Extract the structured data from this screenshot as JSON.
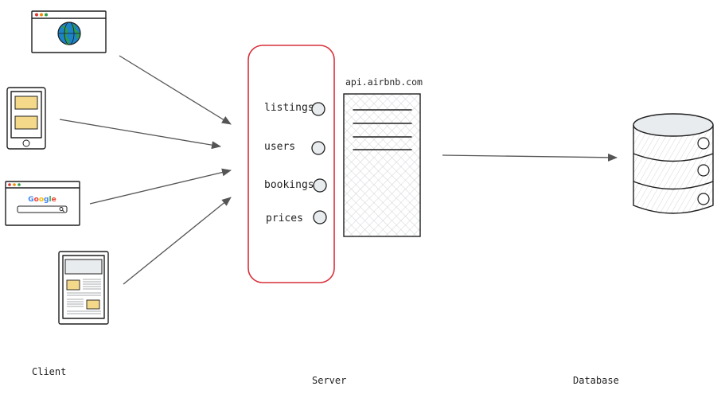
{
  "sections": {
    "client": "Client",
    "server": "Server",
    "database": "Database"
  },
  "server": {
    "endpoints": [
      "listings",
      "users",
      "bookings",
      "prices"
    ],
    "host": "api.airbnb.com",
    "border_color": "#d9303a"
  },
  "clients": [
    {
      "kind": "web-browser",
      "icon": "globe-icon"
    },
    {
      "kind": "mobile-phone",
      "icon": "phone-icon"
    },
    {
      "kind": "search-engine",
      "icon": "google-icon",
      "brand_text": "Google"
    },
    {
      "kind": "tablet",
      "icon": "tablet-icon"
    }
  ],
  "colors": {
    "stroke": "#1e1e1e",
    "arrow": "#555555",
    "note_fill": "#f5d98a",
    "globe_blue": "#1c83c7",
    "globe_green": "#2f9e44",
    "window_dot_red": "#e03131",
    "window_dot_yellow": "#f08c00",
    "window_dot_green": "#2f9e44",
    "database_fill": "#e9ecef"
  },
  "google_letter_colors": [
    "#4285f4",
    "#ea4335",
    "#fbbc05",
    "#4285f4",
    "#34a853",
    "#ea4335"
  ]
}
